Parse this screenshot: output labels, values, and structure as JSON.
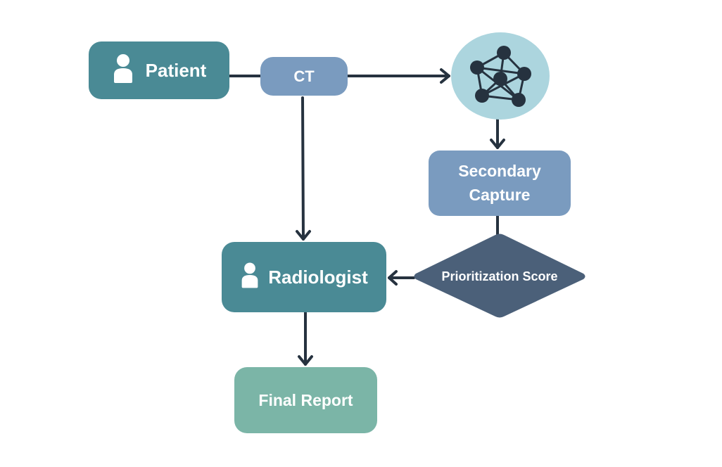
{
  "nodes": {
    "patient": "Patient",
    "ct": "CT",
    "ai_model_icon": "network-graph-icon",
    "secondary_capture": {
      "line1": "Secondary",
      "line2": "Capture"
    },
    "prioritization_score": {
      "line1": "Prioritization",
      "line2": "Score"
    },
    "radiologist": "Radiologist",
    "final_report": "Final Report"
  },
  "icons": {
    "person": "person-icon"
  },
  "colors": {
    "teal": "#4a8a95",
    "slate_blue": "#7a9bbf",
    "navy_diamond": "#4b6079",
    "light_cyan": "#acd5de",
    "sage_green": "#7bb5a7",
    "arrow": "#26323f"
  }
}
